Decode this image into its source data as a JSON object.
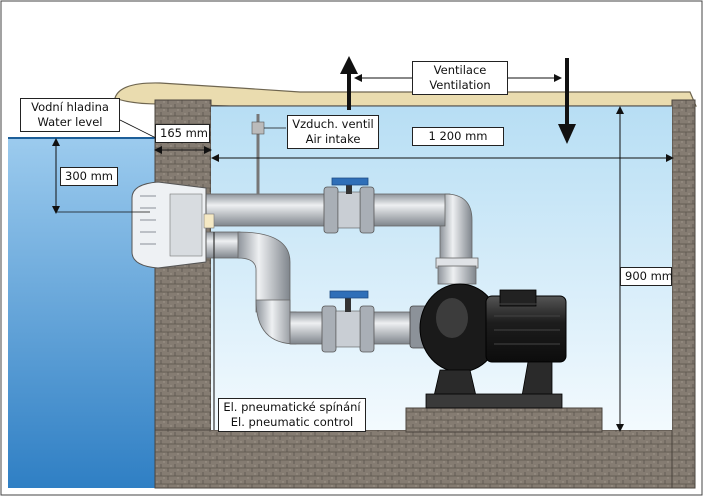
{
  "labels": {
    "water_level": {
      "cz": "Vodní hladina",
      "en": "Water level"
    },
    "depth_300": "300 mm",
    "width_165": "165 mm",
    "air_valve": {
      "cz": "Vzduch. ventil",
      "en": "Air intake"
    },
    "ventilation": {
      "cz": "Ventilace",
      "en": "Ventilation"
    },
    "length_1200": "1 200 mm",
    "height_900": "900 mm",
    "pneumatic": {
      "cz": "El. pneumatické spínání",
      "en": "El. pneumatic control"
    }
  },
  "colors": {
    "water": "#5aa6dc",
    "room": "#dff0fa",
    "wall": "#7d756c",
    "deck": "#eadcaf",
    "pipe": "#c8ccd2",
    "valve": "#2f6fb8",
    "pump": "#2a2a2a"
  }
}
